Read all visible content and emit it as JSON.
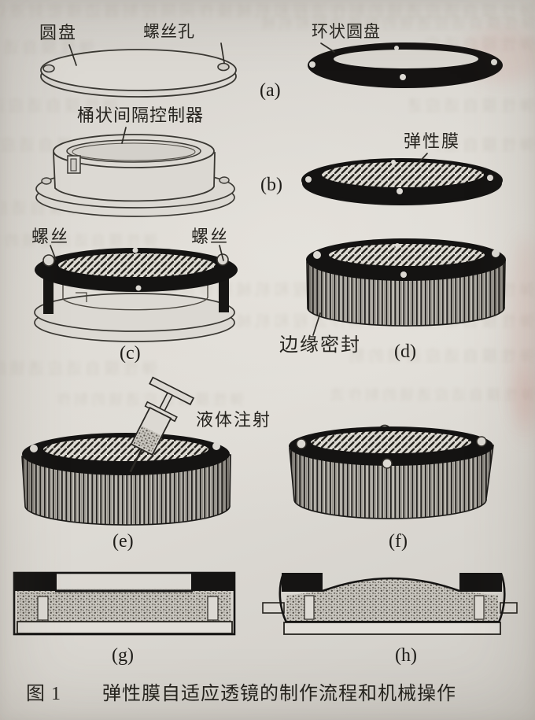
{
  "figure": {
    "number_label": "图 1",
    "title": "弹性膜自适应透镜的制作流程和机械操作",
    "panels": {
      "a": "(a)",
      "b": "(b)",
      "c": "(c)",
      "d": "(d)",
      "e": "(e)",
      "f": "(f)",
      "g": "(g)",
      "h": "(h)"
    },
    "annotations": {
      "disc": "圆盘",
      "screw_hole": "螺丝孔",
      "annular_disc": "环状圆盘",
      "barrel_spacer": "桶状间隔控制器",
      "elastic_membrane": "弹性膜",
      "screw_left": "螺丝",
      "screw_right": "螺丝",
      "edge_seal": "边缘密封",
      "liquid_injection": "液体注射"
    },
    "colors": {
      "ink": "#2a2824",
      "ring_black": "#151312",
      "paper": "#d9d6d1"
    }
  },
  "texture": {
    "bleedthrough_row": "弹性膜自适应透镜的制作流程和机械操作间隔控制器边缘密封液体注射圆盘螺丝孔环状圆盘"
  }
}
